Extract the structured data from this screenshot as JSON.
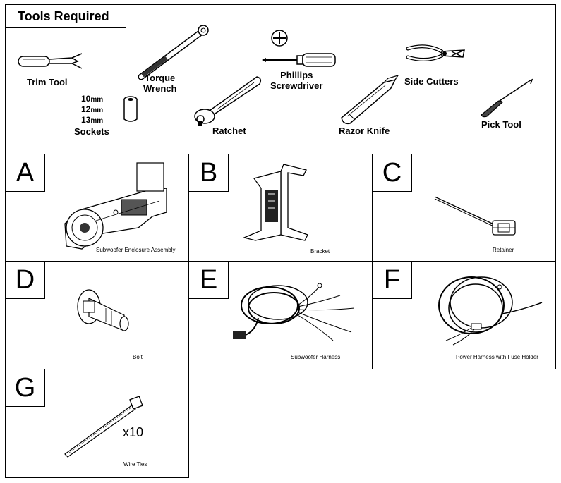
{
  "tools": {
    "title": "Tools Required",
    "items": [
      {
        "name": "trim-tool",
        "label": "Trim Tool"
      },
      {
        "name": "torque-wrench",
        "label": "Torque\nWrench"
      },
      {
        "name": "phillips-screwdriver",
        "label": "Phillips\nScrewdriver"
      },
      {
        "name": "side-cutters",
        "label": "Side Cutters"
      },
      {
        "name": "ratchet",
        "label": "Ratchet"
      },
      {
        "name": "razor-knife",
        "label": "Razor Knife"
      },
      {
        "name": "pick-tool",
        "label": "Pick Tool"
      },
      {
        "name": "sockets",
        "label": "Sockets"
      }
    ],
    "socket_sizes": [
      {
        "num": "10",
        "unit": "mm"
      },
      {
        "num": "12",
        "unit": "mm"
      },
      {
        "num": "13",
        "unit": "mm"
      }
    ]
  },
  "parts": [
    {
      "letter": "A",
      "caption": "Subwoofer Enclosure Assembly"
    },
    {
      "letter": "B",
      "caption": "Bracket"
    },
    {
      "letter": "C",
      "caption": "Retainer"
    },
    {
      "letter": "D",
      "caption": "Bolt"
    },
    {
      "letter": "E",
      "caption": "Subwoofer Harness"
    },
    {
      "letter": "F",
      "caption": "Power Harness with Fuse Holder"
    },
    {
      "letter": "G",
      "caption": "Wire Ties",
      "quantity": "x10"
    }
  ]
}
